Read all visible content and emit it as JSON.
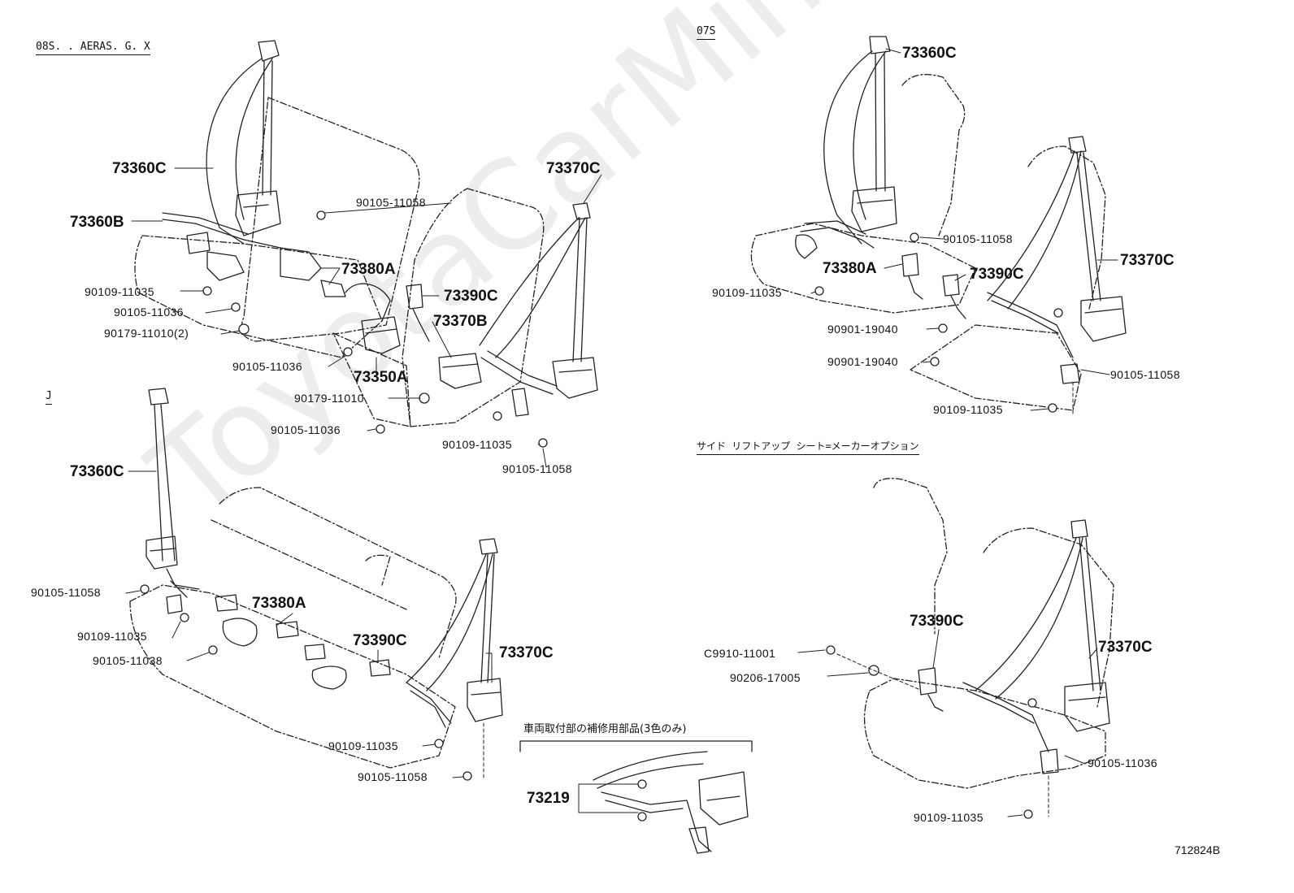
{
  "sections": {
    "top_left": "08S. . AERAS. G. X",
    "top_right": "07S",
    "bottom_left": "J",
    "bottom_right": "サイド リフトアップ シート=メーカーオプション",
    "repair_parts": "車両取付部の補修用部品(3色のみ)"
  },
  "watermark": "ToyotaCarMine.ru",
  "diagram_id": "712824B",
  "labels": {
    "tl_73360C": "73360C",
    "tl_73360B": "73360B",
    "tl_90105_11058": "90105-11058",
    "tl_73370C": "73370C",
    "tl_73380A": "73380A",
    "tl_90109_11035": "90109-11035",
    "tl_90105_11036a": "90105-11036",
    "tl_90179_11010_2": "90179-11010(2)",
    "tl_73390C": "73390C",
    "tl_73370B": "73370B",
    "tl_90105_11036b": "90105-11036",
    "tl_73350A": "73350A",
    "tl_90179_11010": "90179-11010",
    "tl_90105_11036c": "90105-11036",
    "tl_90109_11035b": "90109-11035",
    "tl_90105_11058b": "90105-11058",
    "tr_73360C": "73360C",
    "tr_90105_11058": "90105-11058",
    "tr_73380A": "73380A",
    "tr_73390C": "73390C",
    "tr_73370C": "73370C",
    "tr_90109_11035": "90109-11035",
    "tr_90901_19040a": "90901-19040",
    "tr_90901_19040b": "90901-19040",
    "tr_90105_11058b": "90105-11058",
    "tr_90109_11035b": "90109-11035",
    "bl_73360C": "73360C",
    "bl_90105_11058": "90105-11058",
    "bl_73380A": "73380A",
    "bl_90109_11035": "90109-11035",
    "bl_90105_11038": "90105-11038",
    "bl_73390C": "73390C",
    "bl_73370C": "73370C",
    "bl_90109_11035b": "90109-11035",
    "bl_90105_11058b": "90105-11058",
    "rp_73219": "73219",
    "br_73390C": "73390C",
    "br_C9910_11001": "C9910-11001",
    "br_90206_17005": "90206-17005",
    "br_73370C": "73370C",
    "br_90105_11036": "90105-11036",
    "br_90109_11035": "90109-11035"
  }
}
